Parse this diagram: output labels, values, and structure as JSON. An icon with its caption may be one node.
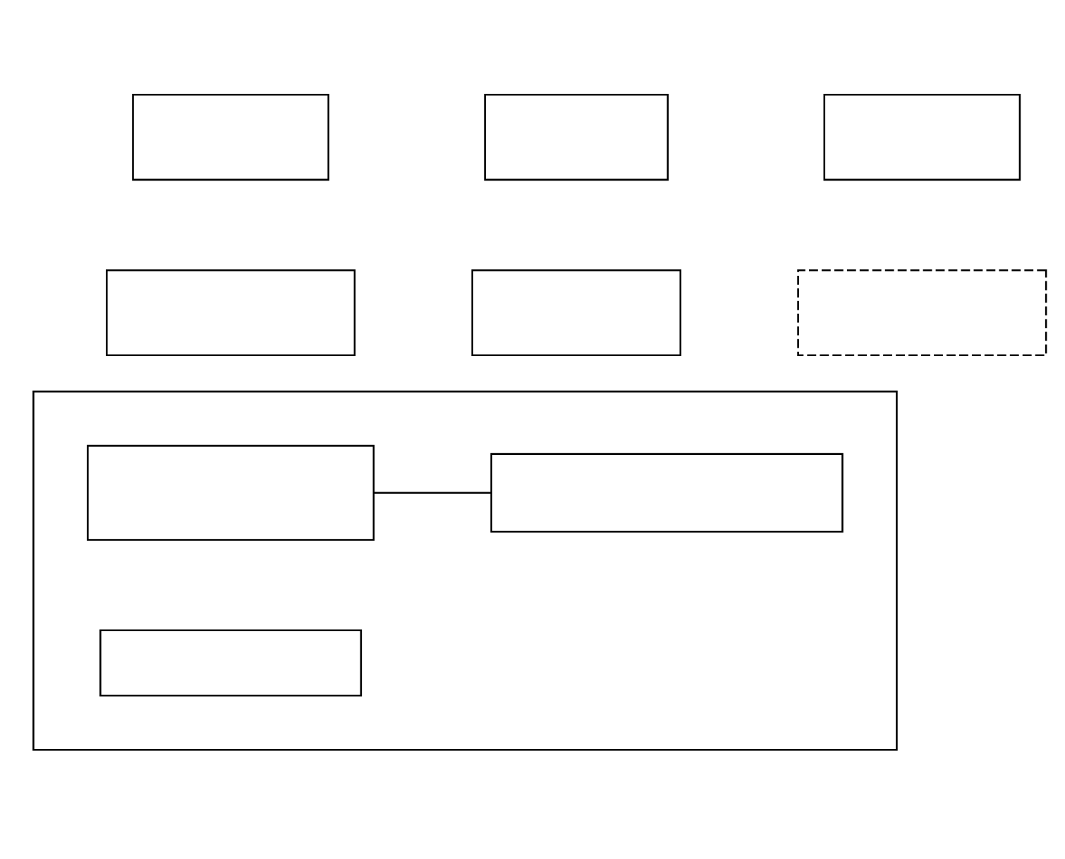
{
  "diagram": {
    "nodes": [
      {
        "text": [],
        "shape": "box"
      },
      {
        "text": [],
        "shape": "box"
      },
      {
        "text": [],
        "shape": "box"
      },
      {
        "text": [],
        "shape": "box"
      },
      {
        "text": [],
        "shape": "box"
      },
      {
        "text": [],
        "shape": "box"
      },
      {
        "text": [],
        "shape": "box"
      },
      {
        "text": [],
        "shape": "box",
        "in": 6
      },
      {
        "text": [],
        "shape": "box",
        "in": 6
      },
      {
        "text": [],
        "shape": "box",
        "in": 6
      }
    ],
    "edges": [
      {
        "from": 7,
        "to": 8,
        "arrow": "none"
      }
    ]
  }
}
